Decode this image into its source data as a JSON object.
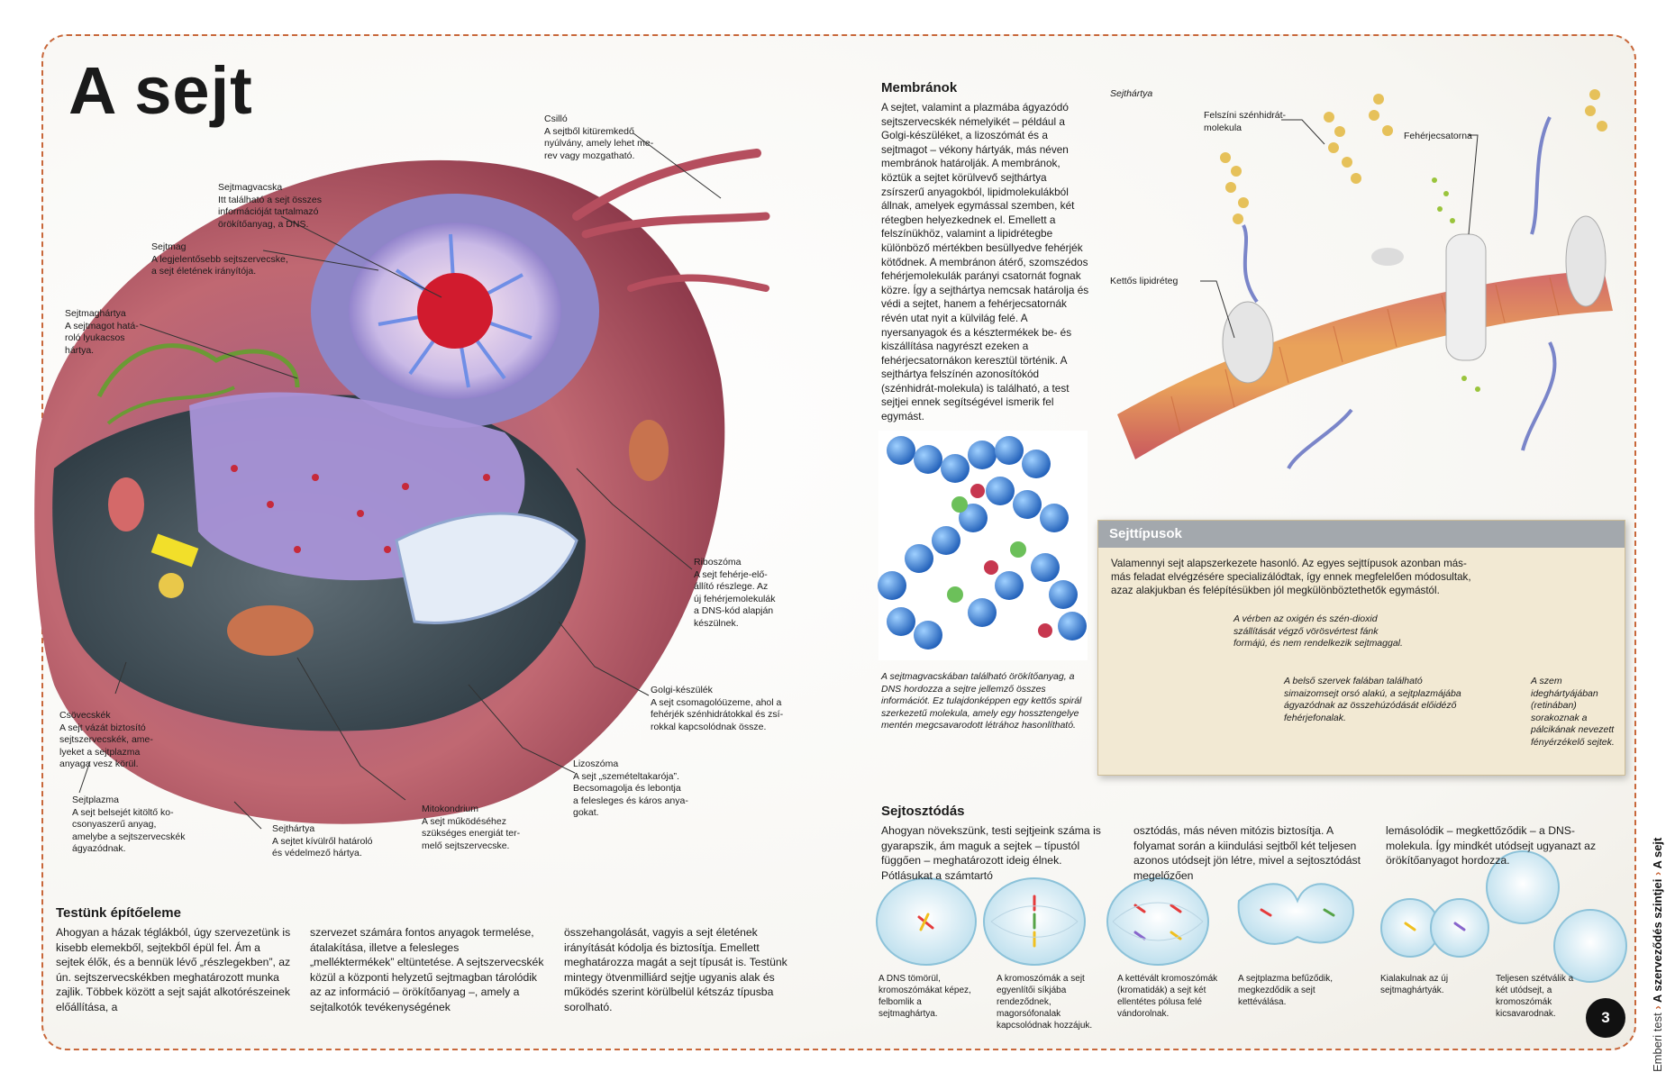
{
  "title": "A sejt",
  "cell_labels": {
    "csillo": {
      "name": "Csilló",
      "text": [
        "A sejtből kitüremkedő",
        "nyúlvány, amely lehet me-",
        "rev vagy mozgatható."
      ]
    },
    "sejtmagvacska": {
      "name": "Sejtmagvacska",
      "text": [
        "Itt található a sejt összes",
        "információját tartalmazó",
        "örökítőanyag, a DNS."
      ]
    },
    "sejtmag": {
      "name": "Sejtmag",
      "text": [
        "A legjelentősebb sejtszervecske,",
        "a sejt életének irányítója."
      ]
    },
    "sejtmaghartya": {
      "name": "Sejtmaghártya",
      "text": [
        "A sejtmagot hatá-",
        "roló lyukacsos",
        "hártya."
      ]
    },
    "riboszoma": {
      "name": "Riboszóma",
      "text": [
        "A sejt fehérje-elő-",
        "állító részlege. Az",
        "új fehérjemolekulák",
        "a DNS-kód alapján",
        "készülnek."
      ]
    },
    "golgi": {
      "name": "Golgi-készülék",
      "text": [
        "A sejt csomagolóüzeme, ahol a",
        "fehérjék szénhidrátokkal és zsí-",
        "rokkal kapcsolódnak össze."
      ]
    },
    "lizoszoma": {
      "name": "Lizoszóma",
      "text": [
        "A sejt „szemételtakarója”.",
        "Becsomagolja és lebontja",
        "a felesleges és káros anya-",
        "gokat."
      ]
    },
    "csovecskek": {
      "name": "Csövecskék",
      "text": [
        "A sejt vázát biztosító",
        "sejtszervecskék, ame-",
        "lyeket a sejtplazma",
        "anyaga vesz körül."
      ]
    },
    "sejtplazma": {
      "name": "Sejtplazma",
      "text": [
        "A sejt belsejét kitöltő ko-",
        "csonyaszerű anyag,",
        "amelybe a sejtszervecskék",
        "ágyazódnak."
      ]
    },
    "mitokondrium": {
      "name": "Mitokondrium",
      "text": [
        "A sejt működéséhez",
        "szükséges energiát ter-",
        "melő sejtszervecske."
      ]
    },
    "sejthartya": {
      "name": "Sejthártya",
      "text": [
        "A sejtet kívülről határoló",
        "és védelmező hártya."
      ]
    }
  },
  "testunk": {
    "heading": "Testünk építőeleme",
    "col1": "Ahogyan a házak téglákból, úgy szervezetünk is kisebb elemekből, sejtekből épül fel. Ám a sejtek élők, és a bennük lévő „részlegekben”, az ún. sejtszervecskékben meghatározott munka zajlik. Többek között a sejt saját alkotórészeinek előállítása, a",
    "col2": "szervezet számára fontos anyagok termelése, átalakítása, illetve a felesleges „melléktermékek” eltüntetése. A sejtszervecskék közül a központi helyzetű sejtmagban tárolódik az az információ – örökítőanyag –, amely a sejtalkotók tevékenységének",
    "col3": "összehangolását, vagyis a sejt életének irányítását kódolja és biztosítja. Emellett meghatározza magát a sejt típusát is. Testünk mintegy ötvenmilliárd sejtje ugyanis alak és működés szerint körülbelül kétszáz típusba sorolható."
  },
  "membranok": {
    "heading": "Membránok",
    "text": "A sejtet, valamint a plazmába ágyazódó sejtszervecskék némelyikét – például a Golgi-készüléket, a lizoszómát és a sejtmagot – vékony hártyák, más néven membránok határolják. A membránok, köztük a sejtet körülvevő sejthártya zsírszerű anyagokból, lipidmolekulákból állnak, amelyek egymással szemben, két rétegben helyezkednek el. Emellett a felszínükhöz, valamint a lipidrétegbe különböző mértékben besüllyedve fehérjék kötődnek. A membránon átérő, szomszédos fehérjemolekulák parányi csatornát fognak közre. Így a sejthártya nemcsak határolja és védi a sejtet, hanem a fehérjecsatornák révén utat nyit a külvilág felé. A nyersanyagok és a késztermékek be- és kiszállítása nagyrészt ezeken a fehérjecsatornákon keresztül történik. A sejthártya felszínén azonosítókód (szénhidrát-molekula) is található, a test sejtjei ennek segítségével ismerik fel egymást."
  },
  "membrane_labels": {
    "sejthartya": "Sejthártya",
    "szenhidrat": [
      "Felszíni szénhidrát-",
      "molekula"
    ],
    "csatorna": "Fehérjecsatorna",
    "lipidreteg": "Kettős lipidréteg"
  },
  "dna_caption": "A sejtmagvacskában található örökítőanyag, a DNS hordozza a sejtre jellemző összes információt. Ez tulajdonképpen egy kettős spirál szerkezetű molekula, amely egy hossztengelye mentén megcsavarodott létrához hasonlítható.",
  "sejttipusok": {
    "heading": "Sejttípusok",
    "intro": "Valamennyi sejt alapszerkezete hasonló. Az egyes sejttípusok azonban más-más feladat elvégzésére specializálódtak, így ennek megfelelően módosultak, azaz alakjukban és felépítésükben jól megkülönböztethetők egymástól.",
    "red": "A vérben az oxigén és szén-dioxid szállítását végző vörösvértest fánk formájú, és nem rendelkezik sejtmaggal.",
    "smooth": "A belső szervek falában található simaizomsejt orsó alakú, a sejtplazmájába ágyazódnak az összehúzódását előidéző fehérjefonalak.",
    "rod": "A szem ideghártyájában (retinában) sorakoznak a pálcikának nevezett fényérzékelő sejtek."
  },
  "sejtosztodas": {
    "heading": "Sejtosztódás",
    "col1": "Ahogyan növekszünk, testi sejtjeink száma is gyarapszik, ám maguk a sejtek – típustól függően – meghatározott ideig élnek. Pótlásukat a számtartó",
    "col2": "osztódás, más néven mitózis biztosítja. A folyamat során a kiindulási sejtből két teljesen azonos utódsejt jön létre, mivel a sejtosztódást megelőzően",
    "col3": "lemásolódik – megkettőződik – a DNS-molekula. Így mindkét utódsejt ugyanazt az örökítőanyagot hordozza.",
    "steps": [
      "A DNS tömörül, kromoszómákat képez, felbomlik a sejtmaghártya.",
      "A kromoszómák a sejt egyenlítői síkjába rendeződnek, magorsófonalak kapcsolódnak hozzájuk.",
      "A kettévált kromoszómák (kromatidák) a sejt két ellentétes pólusa felé vándorolnak.",
      "A sejtplazma befűződik, megkezdődik a sejt kettéválása.",
      "Kialakulnak az új sejtmaghártyák.",
      "Teljesen szétválik a két utódsejt, a kromoszómák kicsavarodnak."
    ]
  },
  "sidebar": {
    "part1": "Emberi test",
    "part2": "A szerveződés szintjei",
    "part3": "A sejt"
  },
  "page_number": "3",
  "colors": {
    "accent": "#c8673a",
    "membrane": "#c95a5e",
    "nucleus": "#8e86c7",
    "dna_blue": "#3f7fd0",
    "panel": "#f2e9d3"
  }
}
